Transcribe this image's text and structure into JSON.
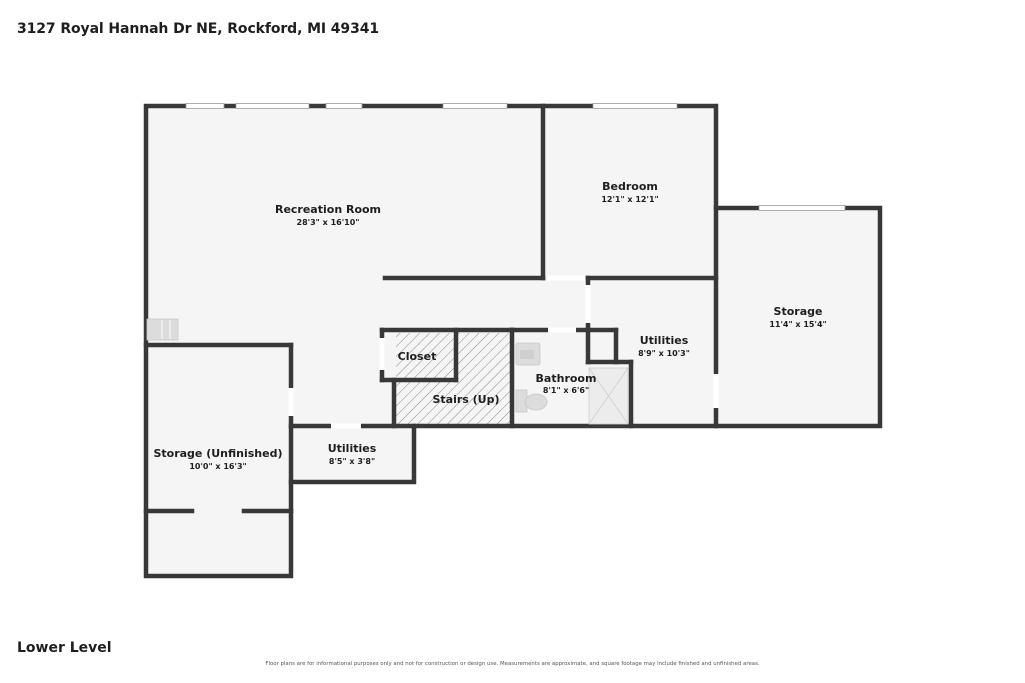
{
  "header": {
    "address": "3127 Royal Hannah Dr NE, Rockford, MI 49341"
  },
  "footer": {
    "level": "Lower Level",
    "disclaimer": "Floor plans are for informational purposes only and not for construction or design use. Measurements are approximate, and square footage may include finished and unfinished areas."
  },
  "rooms": {
    "recreation": {
      "name": "Recreation Room",
      "dims": "28'3\" x 16'10\""
    },
    "bedroom": {
      "name": "Bedroom",
      "dims": "12'1\" x 12'1\""
    },
    "storage": {
      "name": "Storage",
      "dims": "11'4\" x 15'4\""
    },
    "utilities_main": {
      "name": "Utilities",
      "dims": "8'9\" x 10'3\""
    },
    "bathroom": {
      "name": "Bathroom",
      "dims": "8'1\" x 6'6\""
    },
    "closet": {
      "name": "Closet"
    },
    "stairs": {
      "name": "Stairs (Up)"
    },
    "storage_unfinished": {
      "name": "Storage (Unfinished)",
      "dims": "10'0\" x 16'3\""
    },
    "utilities_small": {
      "name": "Utilities",
      "dims": "8'5\" x 3'8\""
    }
  }
}
